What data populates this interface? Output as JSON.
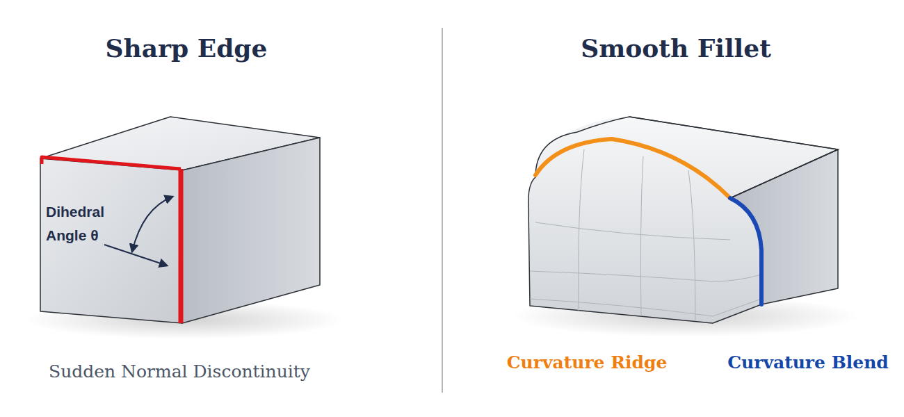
{
  "diagram": {
    "labels": [
      "Sharp Edge",
      "Smooth Fillet",
      "Dihedral Angle θ",
      "Sudden Normal Discontinuity",
      "Curvature Ridge",
      "Curvature Blend"
    ]
  }
}
